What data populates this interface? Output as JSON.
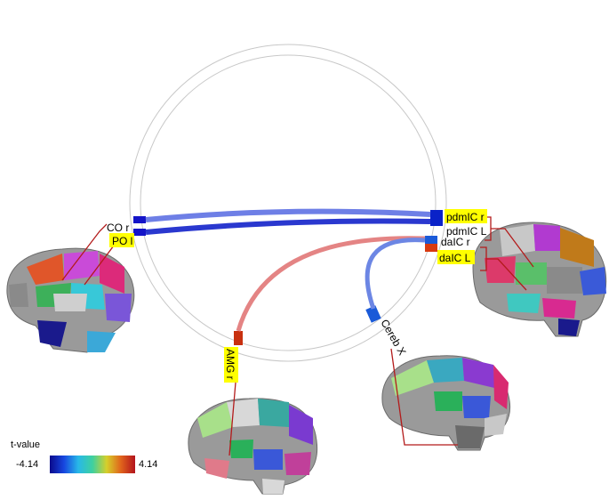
{
  "regions": [
    {
      "id": "co_r",
      "label": "CO r",
      "highlight": false
    },
    {
      "id": "po_l",
      "label": "PO l",
      "highlight": true
    },
    {
      "id": "pdmic_r",
      "label": "pdmIC r",
      "highlight": true
    },
    {
      "id": "pdmic_l",
      "label": "pdmIC L",
      "highlight": false
    },
    {
      "id": "daic_r",
      "label": "daIC r",
      "highlight": false
    },
    {
      "id": "daic_l",
      "label": "daIC L",
      "highlight": true
    },
    {
      "id": "amg_r",
      "label": "AMG r",
      "highlight": true
    },
    {
      "id": "cereb_x",
      "label": "Cereb X",
      "highlight": false
    }
  ],
  "connections": [
    {
      "from": "co_r",
      "to": "pdmic_r",
      "color": "#5f71e0"
    },
    {
      "from": "po_l",
      "to": "pdmic_r",
      "color": "#2432c8"
    },
    {
      "from": "amg_r",
      "to": "daic_r",
      "color": "#e48080"
    },
    {
      "from": "cereb_x",
      "to": "daic_r",
      "color": "#6c86e4"
    }
  ],
  "colorbar": {
    "title": "t-value",
    "min_label": "-4.14",
    "max_label": "4.14",
    "colors": [
      "#0a0a8c",
      "#1747e0",
      "#28b8e8",
      "#3ed0a0",
      "#d6cf2a",
      "#e0641c",
      "#b3131d"
    ]
  },
  "colors": {
    "highlight": "#ffff00",
    "leader_line": "#b31b1b",
    "ring": "#c8c8c8"
  }
}
